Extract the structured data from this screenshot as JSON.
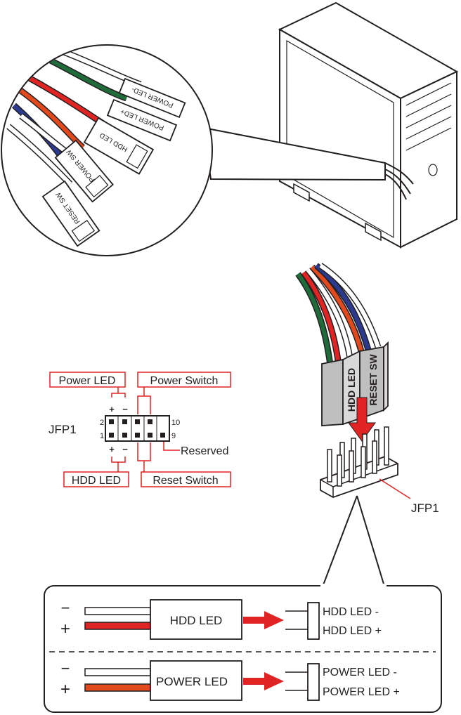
{
  "colors": {
    "red": "#e02424",
    "green": "#1f6b3a",
    "blue": "#2b3a8f",
    "orange": "#e24a1e",
    "grey_light": "#d9d9d9",
    "grey_mid": "#bfbfbf",
    "black": "#231f20"
  },
  "cable_labels": {
    "power_led_neg": "POWER LED-",
    "power_led_pos": "POWER LED+",
    "hdd_led": "HDD LED",
    "power_sw": "POWER SW",
    "reset_sw": "RESET SW"
  },
  "pinout": {
    "power_led": "Power LED",
    "power_switch": "Power Switch",
    "hdd_led": "HDD LED",
    "reset_switch": "Reset Switch",
    "header_name": "JFP1",
    "pin_2": "2",
    "pin_1": "1",
    "pin_10": "10",
    "pin_9": "9",
    "reserved": "Reserved",
    "plus": "+",
    "minus": "−"
  },
  "connector": {
    "hdd_led": "HDD LED",
    "reset_sw": "RESET SW",
    "header_name": "JFP1"
  },
  "detail": {
    "minus_sign": "−",
    "plus_sign": "+",
    "hdd_led_box": "HDD LED",
    "hdd_led_neg": "HDD LED -",
    "hdd_led_pos": "HDD LED +",
    "power_led_box": "POWER LED",
    "power_led_neg": "POWER LED -",
    "power_led_pos": "POWER LED +"
  }
}
